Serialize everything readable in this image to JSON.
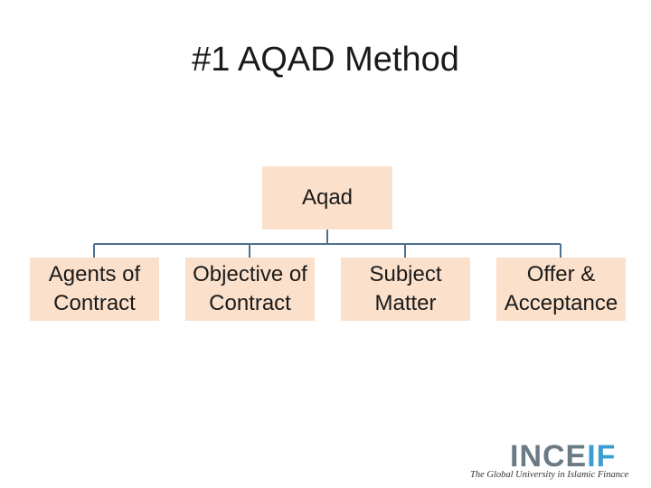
{
  "slide": {
    "title": "#1 AQAD Method"
  },
  "diagram": {
    "root": {
      "label": "Aqad"
    },
    "children": [
      {
        "label": "Agents of Contract"
      },
      {
        "label": "Objective of Contract"
      },
      {
        "label": "Subject Matter"
      },
      {
        "label": "Offer & Acceptance"
      }
    ],
    "colors": {
      "box_fill": "#fbe1cc",
      "connector": "#4f6f8f"
    }
  },
  "logo": {
    "name_part1": "INCE",
    "name_part2": "IF",
    "tagline": "The Global University in Islamic Finance",
    "colors": {
      "part1": "#6b7b86",
      "part2": "#3a9fd0"
    }
  }
}
